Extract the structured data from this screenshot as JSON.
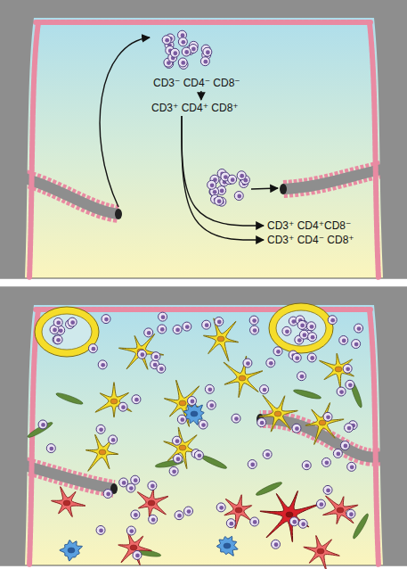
{
  "diagram": {
    "nodes": [
      {
        "text": [
          "CD3⁻ CD4⁻ CD8⁻"
        ]
      },
      {
        "text": [
          "CD3⁺ CD4⁺ CD8⁺"
        ]
      },
      {
        "text": [
          "CD3⁺ CD4⁺CD8⁻"
        ]
      },
      {
        "text": [
          "CD3⁺ CD4⁻ CD8⁺"
        ]
      }
    ],
    "edges": [
      {
        "from": 0,
        "to": 1,
        "arrow": "to"
      },
      {
        "from": 1,
        "to": 2,
        "arrow": "to"
      },
      {
        "from": 1,
        "to": 3,
        "arrow": "to"
      }
    ]
  }
}
